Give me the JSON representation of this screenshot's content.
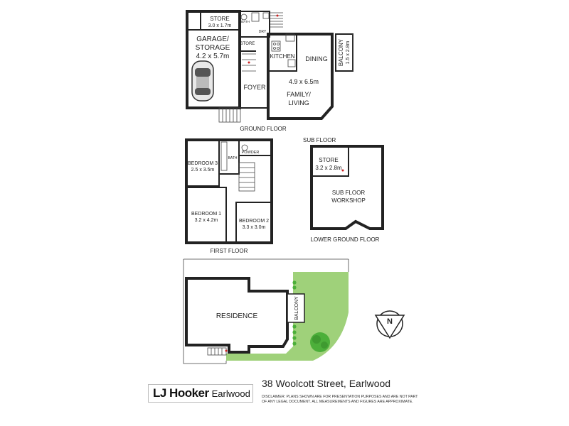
{
  "floors": {
    "ground": {
      "caption": "GROUND FLOOR",
      "rooms": {
        "store_top": {
          "name": "STORE",
          "size": "3.0 x 1.7m"
        },
        "garage": {
          "name_line1": "GARAGE/",
          "name_line2": "STORAGE",
          "size": "4.2 x 5.7m"
        },
        "store_small": {
          "name": "STORE"
        },
        "kitchen": {
          "name": "KITCHEN"
        },
        "dining": {
          "name": "DINING"
        },
        "balcony": {
          "name": "BALCONY",
          "size": "1.5 x 2.8m"
        },
        "foyer": {
          "name": "FOYER"
        },
        "family": {
          "name_line1": "FAMILY/",
          "name_line2": "LIVING",
          "size": "4.9 x 6.5m"
        },
        "bath_small": {
          "name": "BATH"
        },
        "dry": {
          "name": "DRY"
        }
      }
    },
    "first": {
      "caption": "FIRST FLOOR",
      "rooms": {
        "bedroom3": {
          "name": "BEDROOM 3",
          "size": "2.5 x 3.5m"
        },
        "bath": {
          "name": "BATH"
        },
        "powder": {
          "name": "POWDER"
        },
        "bedroom1": {
          "name": "BEDROOM 1",
          "size": "3.2 x 4.2m"
        },
        "bedroom2": {
          "name": "BEDROOM 2",
          "size": "3.3 x 3.0m"
        }
      }
    },
    "sub": {
      "title": "SUB FLOOR",
      "caption": "LOWER GROUND FLOOR",
      "rooms": {
        "store": {
          "name": "STORE",
          "size": "3.2 x 2.8m"
        },
        "workshop": {
          "name_line1": "SUB FLOOR",
          "name_line2": "WORKSHOP"
        }
      }
    },
    "site": {
      "residence": "RESIDENCE",
      "balcony": "BALCONY",
      "compass": "N"
    }
  },
  "footer": {
    "address": "38 Woolcott Street, Earlwood",
    "logo_brand": "LJ Hooker",
    "logo_office": "Earlwood",
    "disclaimer": "DISCLAIMER: PLANS SHOWN ARE FOR PRESENTATION PURPOSES AND ARE NOT PART OF ANY LEGAL DOCUMENT. ALL MEASUREMENTS AND FIGURES ARE APPROXIMATE."
  },
  "colors": {
    "lawn": "#9fd17a",
    "tree": "#4caf3a",
    "wall": "#222222",
    "stair_arrow": "#cc2222"
  }
}
